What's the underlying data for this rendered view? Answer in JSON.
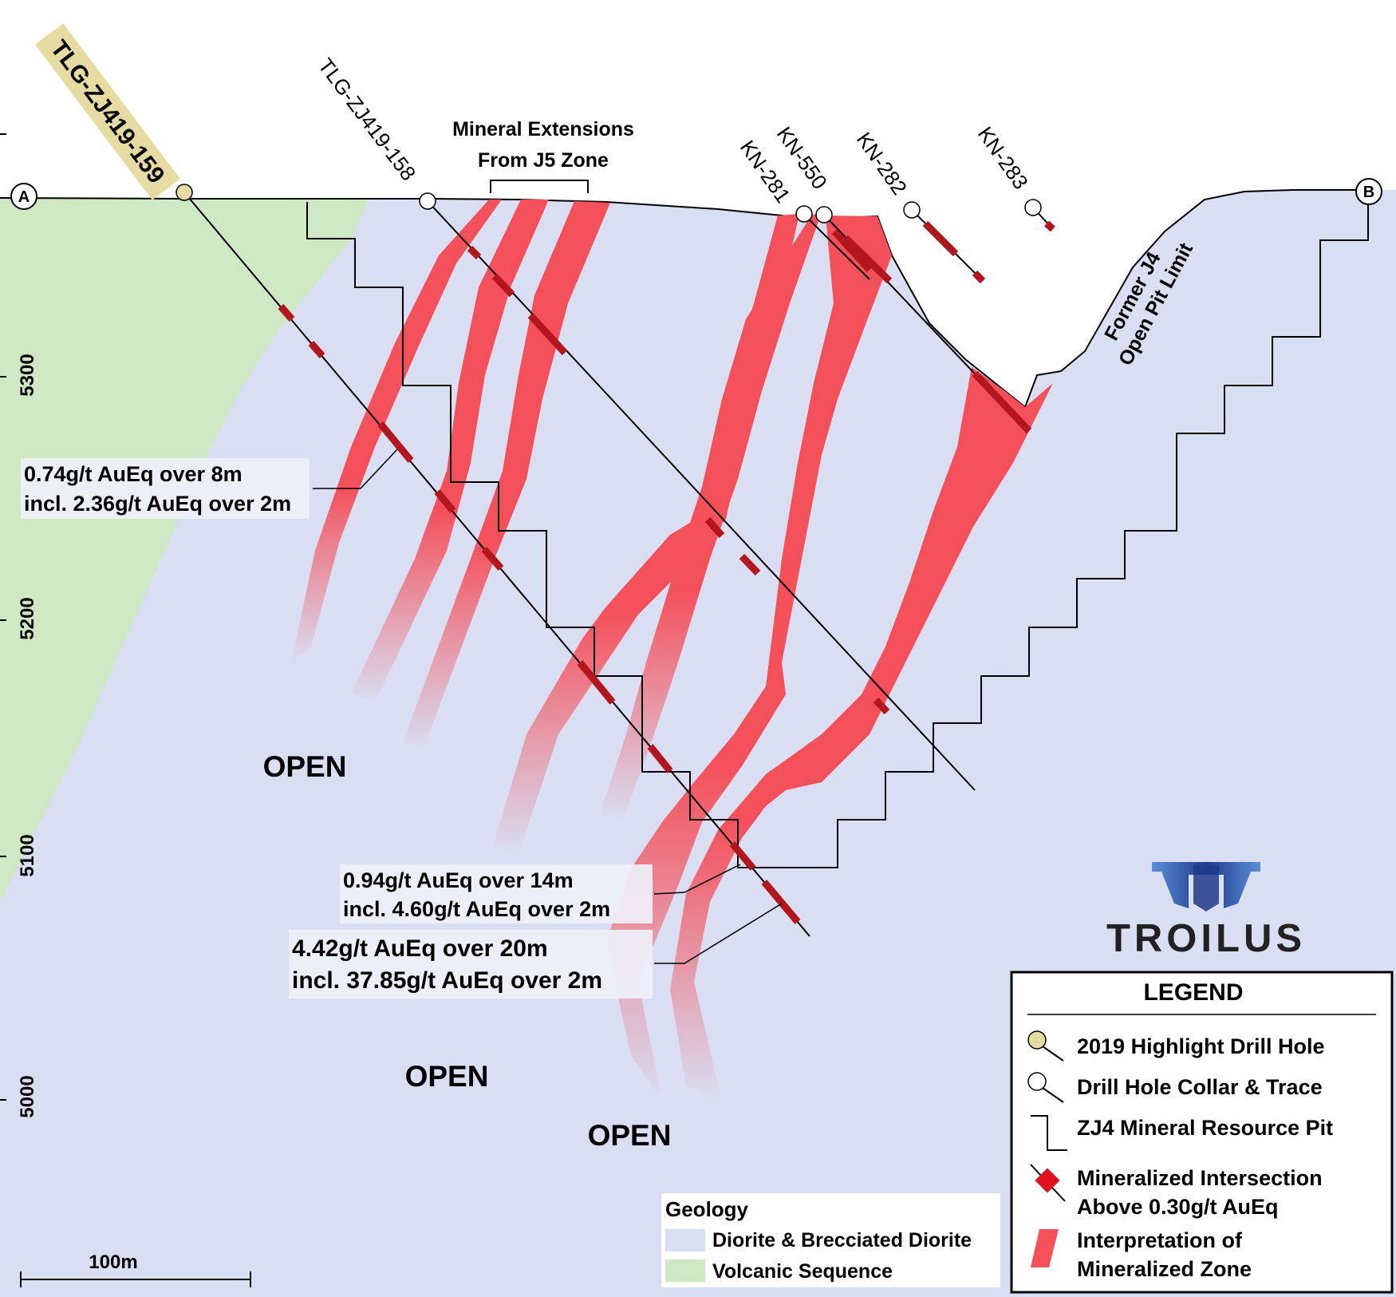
{
  "section": {
    "start_label": "A",
    "end_label": "B"
  },
  "elevation_ticks": [
    "5300",
    "5200",
    "5100",
    "5000"
  ],
  "drill_holes": {
    "highlight": "TLG-ZJ419-159",
    "tlg158": "TLG-ZJ419-158",
    "kn550": "KN-550",
    "kn281": "KN-281",
    "kn282": "KN-282",
    "kn283": "KN-283"
  },
  "callouts": {
    "mineral_ext_line1": "Mineral Extensions",
    "mineral_ext_line2": "From J5 Zone",
    "pit_limit_line1": "Former J4",
    "pit_limit_line2": "Open Pit Limit"
  },
  "assays": {
    "a1_line1": "0.74g/t AuEq over 8m",
    "a1_line2": "incl. 2.36g/t AuEq over 2m",
    "a2_line1": "0.94g/t AuEq over 14m",
    "a2_line2": "incl. 4.60g/t AuEq over 2m",
    "a3_line1": "4.42g/t AuEq over 20m",
    "a3_line2": "incl. 37.85g/t AuEq over 2m"
  },
  "open_labels": [
    "OPEN",
    "OPEN",
    "OPEN"
  ],
  "brand": {
    "name": "TROILUS"
  },
  "legend": {
    "title": "LEGEND",
    "items": [
      "2019 Highlight Drill Hole",
      "Drill Hole Collar & Trace",
      "ZJ4 Mineral Resource Pit",
      "Mineralized Intersection",
      "Above 0.30g/t AuEq",
      "Interpretation of",
      "Mineralized Zone"
    ]
  },
  "geology": {
    "title": "Geology",
    "items": [
      "Diorite & Brecciated Diorite",
      "Volcanic Sequence"
    ]
  },
  "scale_bar": {
    "label": "100m"
  },
  "colors": {
    "diorite": "#D9DEF2",
    "volcanic": "#CDE8C2",
    "zone": "#F4505A",
    "intersection": "#B3171D",
    "highlight_hole": "#E6DBA0",
    "brand_blue": "#1E3A8A"
  }
}
